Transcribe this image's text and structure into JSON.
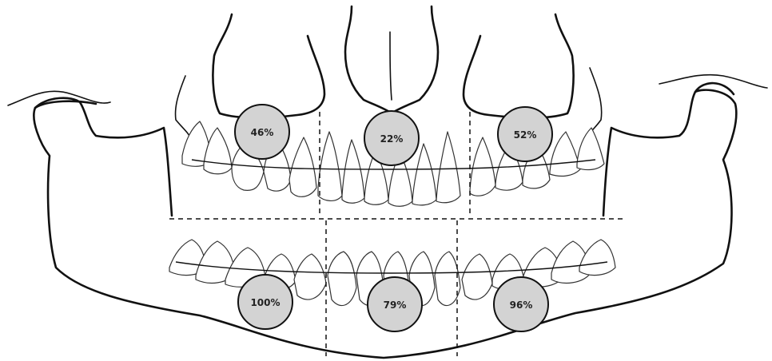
{
  "diagram": {
    "colors": {
      "line": "#111111",
      "circle_fill": "#d3d3d3",
      "tooth_fill": "#ffffff",
      "background": "#ffffff"
    },
    "regions": [
      {
        "id": "upper-right",
        "label": "46%",
        "value": 46
      },
      {
        "id": "upper-center",
        "label": "22%",
        "value": 22
      },
      {
        "id": "upper-left",
        "label": "52%",
        "value": 52
      },
      {
        "id": "lower-right",
        "label": "100%",
        "value": 100
      },
      {
        "id": "lower-center",
        "label": "79%",
        "value": 79
      },
      {
        "id": "lower-left",
        "label": "96%",
        "value": 96
      }
    ]
  }
}
